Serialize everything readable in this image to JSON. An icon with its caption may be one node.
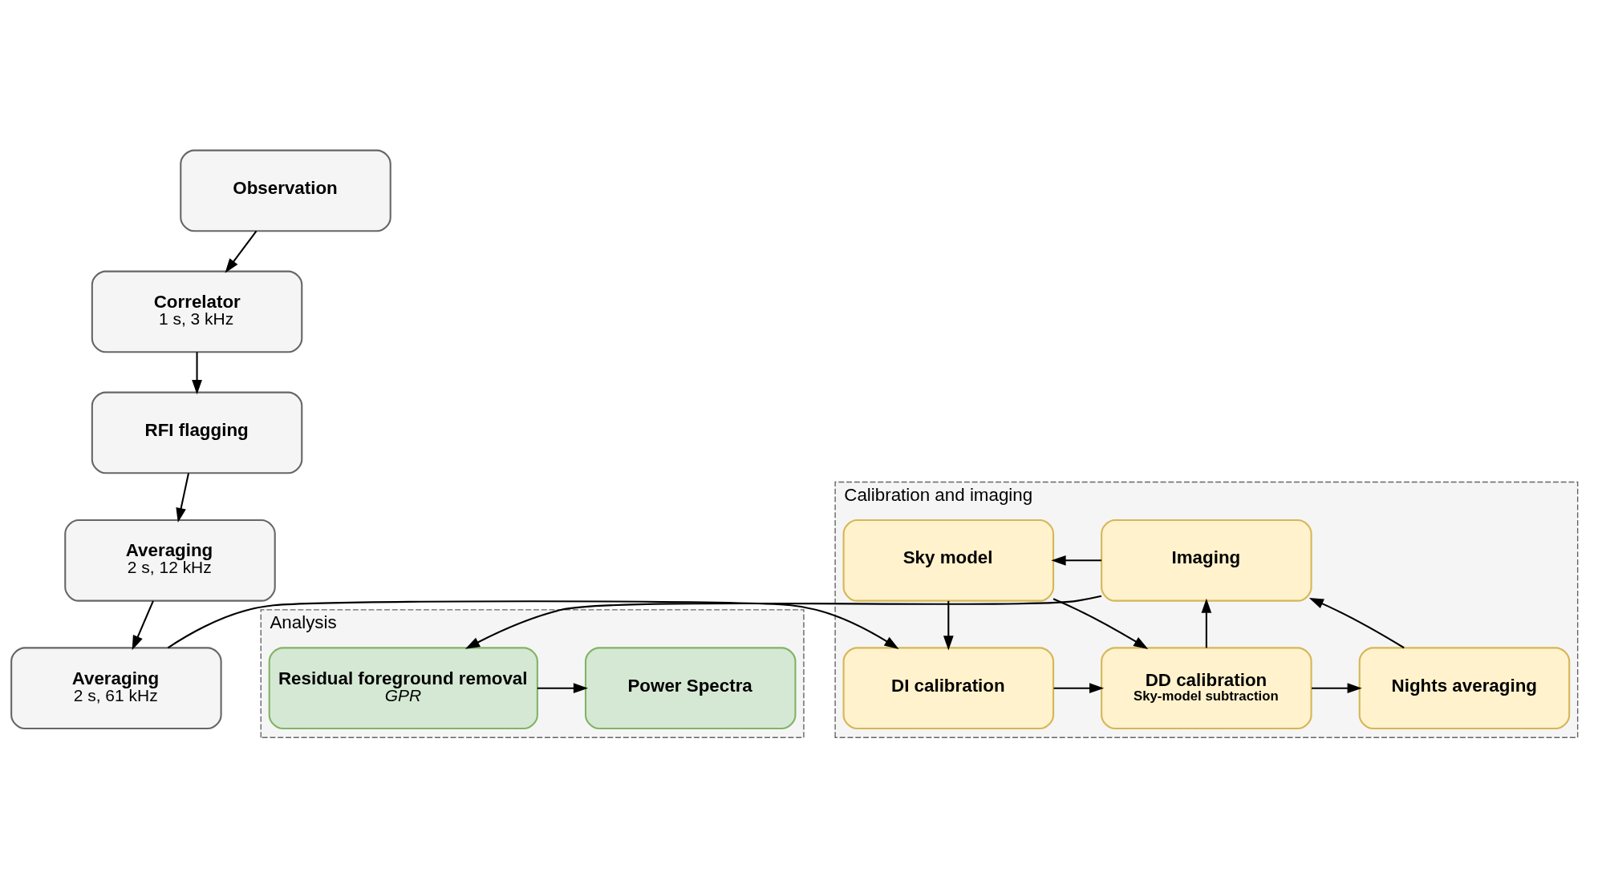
{
  "diagram": {
    "nodes": [
      {
        "text": [
          "Observation"
        ]
      },
      {
        "text": [
          "Correlator",
          "1 s, 3 kHz"
        ]
      },
      {
        "text": [
          "RFI flagging"
        ]
      },
      {
        "text": [
          "Averaging",
          "2 s, 12 kHz"
        ]
      },
      {
        "text": [
          "Averaging",
          "2 s, 61 kHz"
        ]
      },
      {
        "text": [
          "Analysis"
        ]
      },
      {
        "text": [
          "Residual foreground removal",
          "GPR"
        ],
        "in": 5
      },
      {
        "text": [
          "Power Spectra"
        ],
        "in": 5
      },
      {
        "text": [
          "Calibration and imaging"
        ]
      },
      {
        "text": [
          "Sky model"
        ],
        "in": 8
      },
      {
        "text": [
          "Imaging"
        ],
        "in": 8
      },
      {
        "text": [
          "DI calibration"
        ],
        "in": 8
      },
      {
        "text": [
          "DD calibration",
          "Sky-model subtraction"
        ],
        "in": 8
      },
      {
        "text": [
          "Nights averaging"
        ],
        "in": 8
      }
    ],
    "edges": [
      {
        "from": 0,
        "to": 1,
        "arrow": "to"
      },
      {
        "from": 1,
        "to": 2,
        "arrow": "to"
      },
      {
        "from": 2,
        "to": 3,
        "arrow": "to"
      },
      {
        "from": 3,
        "to": 4,
        "arrow": "to"
      },
      {
        "from": 4,
        "to": 11,
        "arrow": "to"
      },
      {
        "from": 6,
        "to": 7,
        "arrow": "to"
      },
      {
        "from": 10,
        "to": 6,
        "arrow": "to"
      },
      {
        "from": 10,
        "to": 9,
        "arrow": "to"
      },
      {
        "from": 9,
        "to": 11,
        "arrow": "to"
      },
      {
        "from": 9,
        "to": 12,
        "arrow": "to"
      },
      {
        "from": 11,
        "to": 12,
        "arrow": "to"
      },
      {
        "from": 12,
        "to": 10,
        "arrow": "to"
      },
      {
        "from": 12,
        "to": 13,
        "arrow": "to"
      },
      {
        "from": 13,
        "to": 10,
        "arrow": "to"
      }
    ]
  }
}
